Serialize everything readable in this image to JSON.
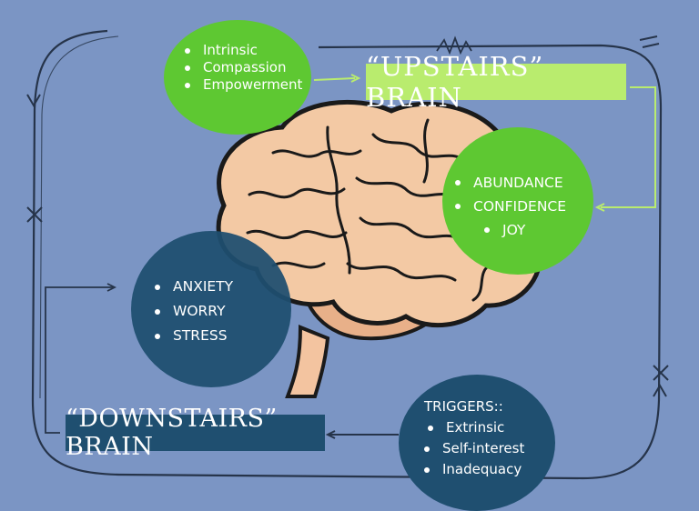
{
  "upstairs": {
    "title": "“UPSTAIRS” BRAIN",
    "top_items": [
      "Intrinsic",
      "Compassion",
      "Empowerment"
    ],
    "side_items": [
      "ABUNDANCE",
      "CONFIDENCE",
      "JOY"
    ],
    "color": "#5ec832"
  },
  "downstairs": {
    "title": "“DOWNSTAIRS” BRAIN",
    "items": [
      "ANXIETY",
      "WORRY",
      "STRESS"
    ],
    "color": "#1f4f70"
  },
  "triggers": {
    "heading": "TRIGGERS::",
    "items": [
      "Extrinsic",
      "Self-interest",
      "Inadequacy"
    ]
  },
  "background_color": "#7b95c4",
  "illustration": "brain-icon"
}
